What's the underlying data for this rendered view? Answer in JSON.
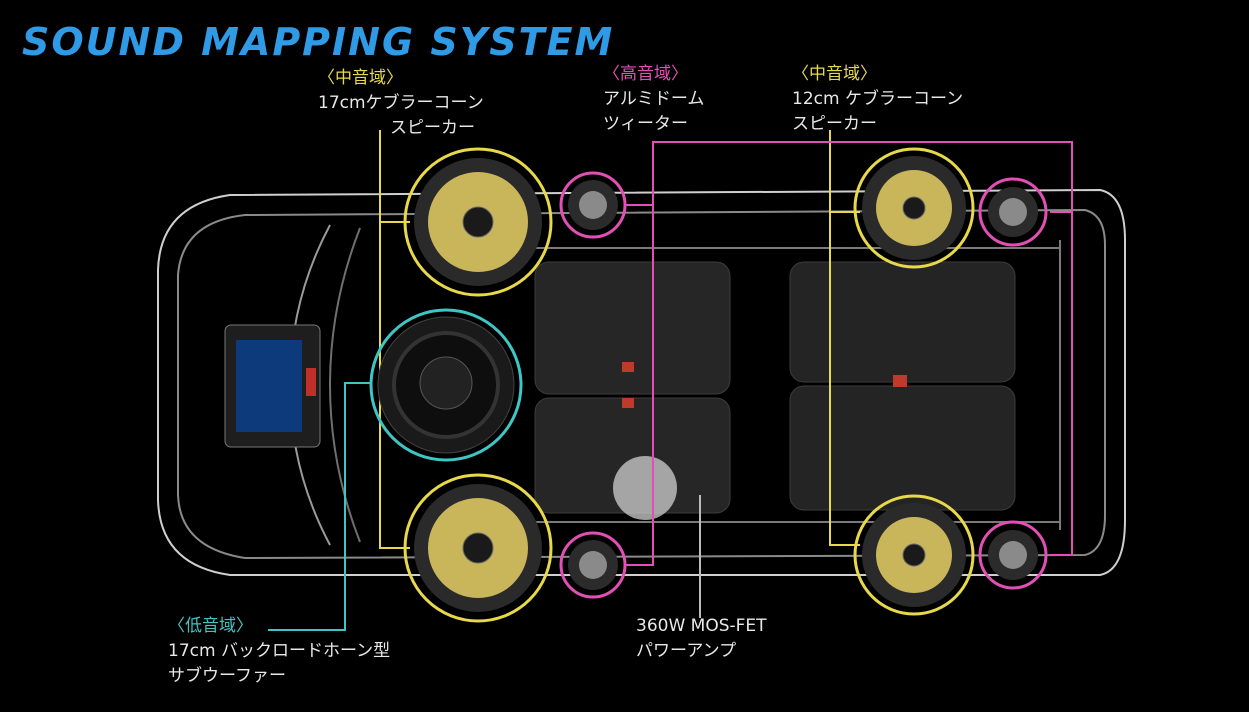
{
  "title": "SOUND MAPPING SYSTEM",
  "colors": {
    "title": "#2f9be6",
    "mid_range": "#e7d94a",
    "high_range": "#e24fb5",
    "low_range": "#3fc5c5",
    "speaker_cone": "#c9b65a"
  },
  "labels": {
    "front_mid": {
      "category": "〈中音域〉",
      "lines": [
        "17cmケブラーコーン",
        "スピーカー"
      ]
    },
    "tweeter": {
      "category": "〈高音域〉",
      "lines": [
        "アルミドーム",
        "ツィーター"
      ]
    },
    "rear_mid": {
      "category": "〈中音域〉",
      "lines": [
        "12cm ケブラーコーン",
        "スピーカー"
      ]
    },
    "subwoofer": {
      "category": "〈低音域〉",
      "lines": [
        "17cm バックロードホーン型",
        "サブウーファー"
      ]
    },
    "amplifier": {
      "lines": [
        "360W MOS-FET",
        "パワーアンプ"
      ]
    }
  }
}
